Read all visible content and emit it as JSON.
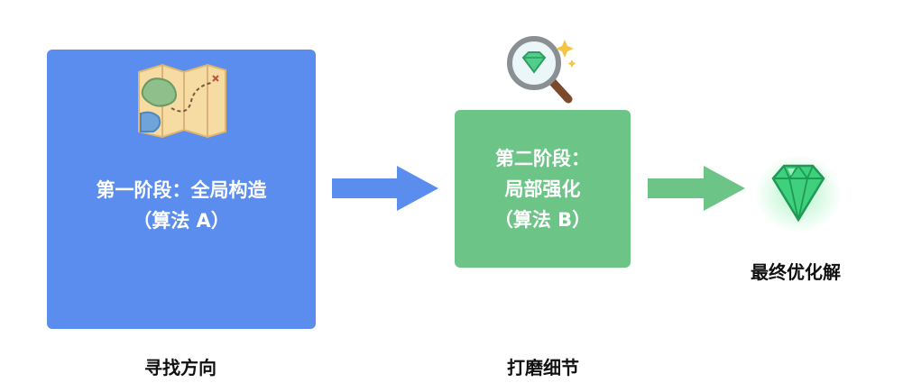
{
  "stages": [
    {
      "title": "第一阶段：全局构造",
      "subtitle": "（算法 A）",
      "caption": "寻找方向",
      "color": "#5b8def",
      "icon": "map-icon"
    },
    {
      "title": "第二阶段：",
      "subtitle_line1": "局部强化",
      "subtitle_line2": "（算法 B）",
      "caption": "打磨细节",
      "color": "#6cc487",
      "icon": "magnifier-diamond-icon"
    }
  ],
  "result": {
    "label": "最终优化解",
    "icon": "diamond-icon"
  },
  "colors": {
    "arrow_blue": "#5b8def",
    "arrow_green": "#6cc487"
  }
}
